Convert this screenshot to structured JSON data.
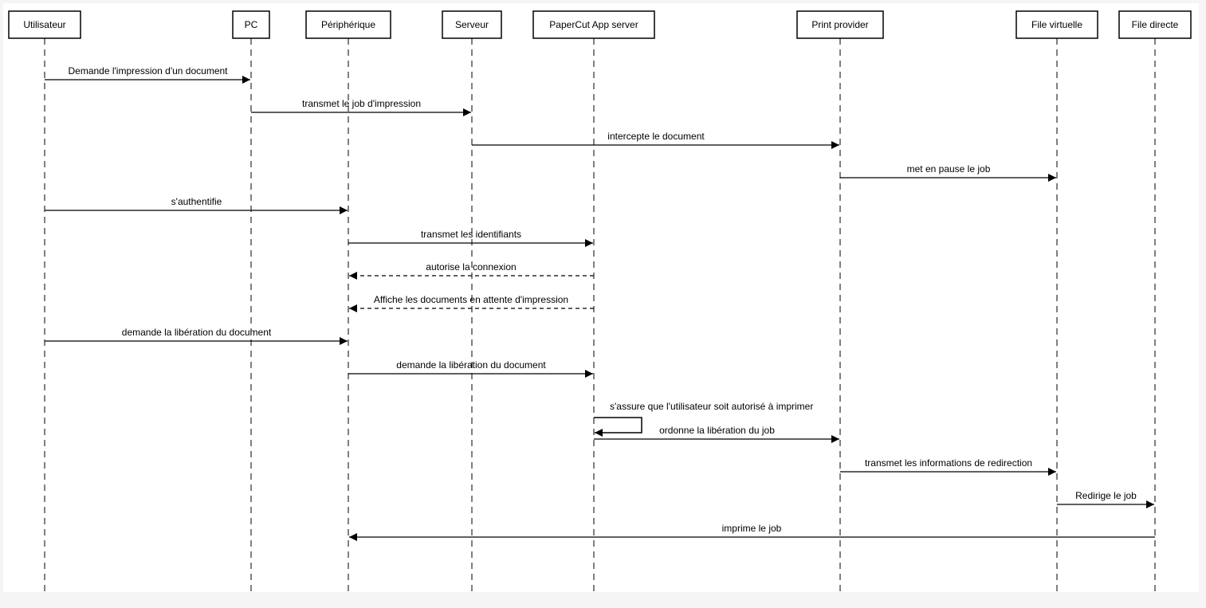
{
  "actors": [
    {
      "id": "utilisateur",
      "label": "Utilisateur"
    },
    {
      "id": "pc",
      "label": "PC"
    },
    {
      "id": "peripherique",
      "label": "Périphérique"
    },
    {
      "id": "serveur",
      "label": "Serveur"
    },
    {
      "id": "papercut",
      "label": "PaperCut App server"
    },
    {
      "id": "printprovider",
      "label": "Print provider"
    },
    {
      "id": "filevirtuelle",
      "label": "File virtuelle"
    },
    {
      "id": "filedirecte",
      "label": "File directe"
    }
  ],
  "messages": [
    {
      "from": "utilisateur",
      "to": "pc",
      "label": "Demande l'impression d'un document",
      "style": "solid"
    },
    {
      "from": "pc",
      "to": "serveur",
      "label": "transmet le job d'impression",
      "style": "solid"
    },
    {
      "from": "serveur",
      "to": "printprovider",
      "label": "intercepte le document",
      "style": "solid"
    },
    {
      "from": "printprovider",
      "to": "filevirtuelle",
      "label": "met en pause le job",
      "style": "solid"
    },
    {
      "from": "utilisateur",
      "to": "peripherique",
      "label": "s'authentifie",
      "style": "solid"
    },
    {
      "from": "peripherique",
      "to": "papercut",
      "label": "transmet les identifiants",
      "style": "solid"
    },
    {
      "from": "papercut",
      "to": "peripherique",
      "label": "autorise la connexion",
      "style": "dashed"
    },
    {
      "from": "papercut",
      "to": "peripherique",
      "label": "Affiche les documents en attente d'impression",
      "style": "dashed"
    },
    {
      "from": "utilisateur",
      "to": "peripherique",
      "label": "demande la libération du document",
      "style": "solid"
    },
    {
      "from": "peripherique",
      "to": "papercut",
      "label": "demande la libération du document",
      "style": "solid"
    },
    {
      "from": "papercut",
      "to": "papercut",
      "label": "s'assure que l'utilisateur soit autorisé à imprimer",
      "style": "self"
    },
    {
      "from": "papercut",
      "to": "printprovider",
      "label": "ordonne la libération du job",
      "style": "solid"
    },
    {
      "from": "printprovider",
      "to": "filevirtuelle",
      "label": "transmet les informations de redirection",
      "style": "solid"
    },
    {
      "from": "filevirtuelle",
      "to": "filedirecte",
      "label": "Redirige le job",
      "style": "solid"
    },
    {
      "from": "filedirecte",
      "to": "peripherique",
      "label": "imprime le job",
      "style": "solid"
    }
  ]
}
